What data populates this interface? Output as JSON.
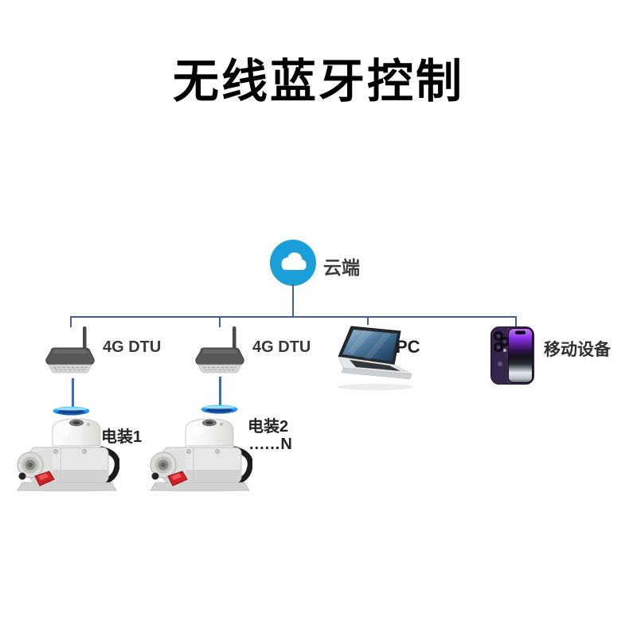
{
  "title": "无线蓝牙控制",
  "colors": {
    "background": "#ffffff",
    "cloud_blue": "#1a9fd9",
    "tree_line": "#3f5dab",
    "bluetooth_link": "#3a6bc9",
    "router_gray": "#57585a",
    "actuator_red": "#cf2127",
    "phone_purple": "#46305c"
  },
  "cloud": {
    "label": "云端"
  },
  "gateways": [
    {
      "label": "4G DTU"
    },
    {
      "label": "4G DTU"
    }
  ],
  "clients": {
    "pc": {
      "label": "PC"
    },
    "mobile": {
      "label": "移动设备"
    }
  },
  "actuators": [
    {
      "label": "电装1"
    },
    {
      "label": "电装2",
      "more": "......N"
    }
  ],
  "icons": {
    "cloud": "cloud-icon",
    "gateway": "4g-dtu-router-icon",
    "pc": "laptop-icon",
    "mobile": "smartphone-icon",
    "actuator": "valve-actuator-icon",
    "link": "bluetooth-glow-icon"
  }
}
